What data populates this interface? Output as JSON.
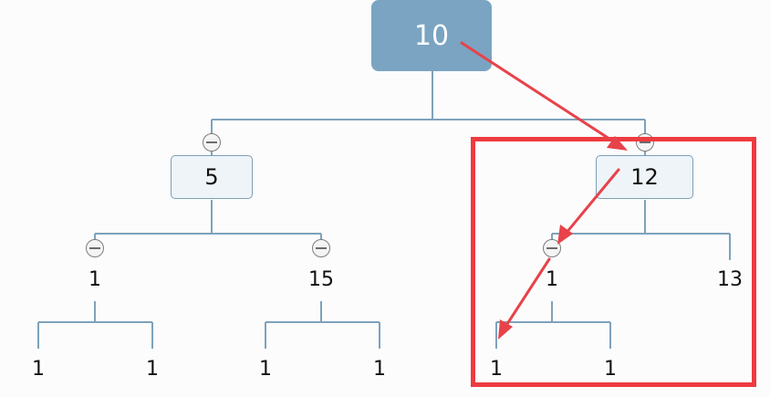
{
  "tree": {
    "root": {
      "label": "10"
    },
    "left": {
      "label": "5",
      "left": {
        "label": "1",
        "children": [
          "1",
          "1"
        ]
      },
      "right": {
        "label": "15",
        "children": [
          "1",
          "1"
        ]
      }
    },
    "right": {
      "label": "12",
      "left": {
        "label": "1",
        "children": [
          "1",
          "1"
        ]
      },
      "right": {
        "label": "13"
      }
    }
  },
  "colors": {
    "root_fill": "#7aa4c2",
    "box_fill": "#eef4f8",
    "connector": "#7ea2bb",
    "highlight": "#ee3b3f",
    "arrow": "#e8424a"
  },
  "icons": {
    "collapse": "minus-circle-icon",
    "arrow": "red-arrow"
  }
}
